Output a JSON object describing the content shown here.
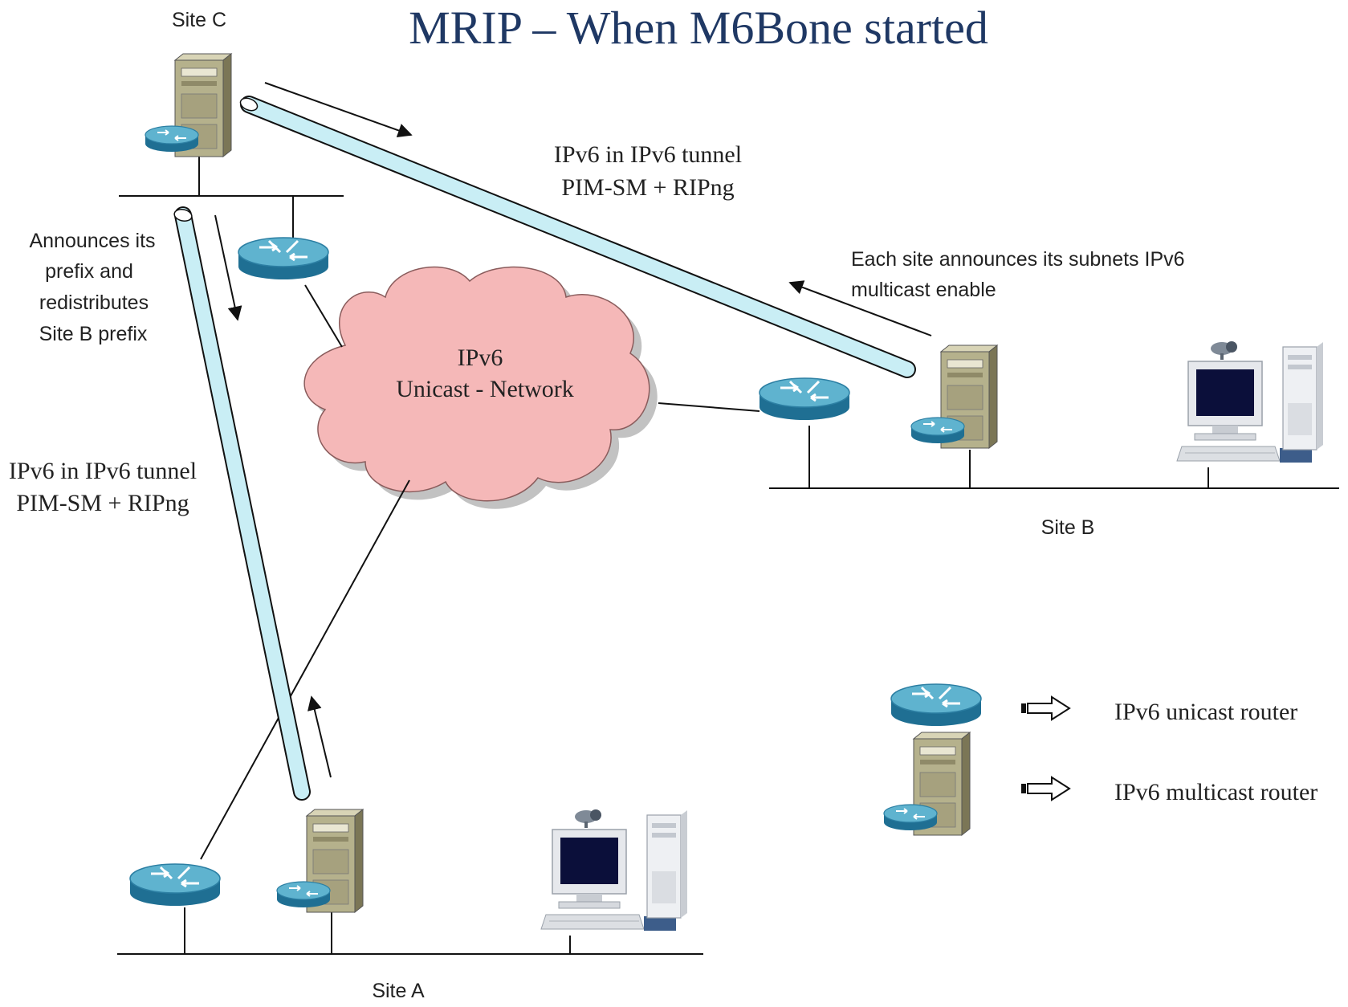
{
  "title": "MRIP – When M6Bone started",
  "sites": {
    "site_c": "Site C",
    "site_b": "Site B",
    "site_a": "Site A"
  },
  "cloud": {
    "line1": "IPv6",
    "line2": "Unicast - Network"
  },
  "tunnel_top": {
    "line1": "IPv6 in IPv6 tunnel",
    "line2": "PIM-SM + RIPng"
  },
  "tunnel_left": {
    "line1": "IPv6 in IPv6 tunnel",
    "line2": "PIM-SM + RIPng"
  },
  "announce_c": {
    "line1": "Announces its",
    "line2": "prefix and",
    "line3": "redistributes",
    "line4": "Site B prefix"
  },
  "announce_b": {
    "line1": "Each site announces its subnets IPv6",
    "line2": "multicast enable"
  },
  "legend": {
    "unicast": "IPv6 unicast router",
    "multicast": "IPv6 multicast router"
  },
  "colors": {
    "title": "#1f3864",
    "cloud_fill": "#f5b8b8",
    "tunnel_fill": "#c9eef5",
    "router_top": "#5fb3cf",
    "router_side": "#1f6f93",
    "server_body": "#b5b18c"
  },
  "icons": {
    "router": "router-icon",
    "multicast_router": "server-router-icon",
    "workstation": "workstation-icon",
    "cloud": "cloud-icon",
    "legend_arrow": "hollow-arrow-icon"
  }
}
